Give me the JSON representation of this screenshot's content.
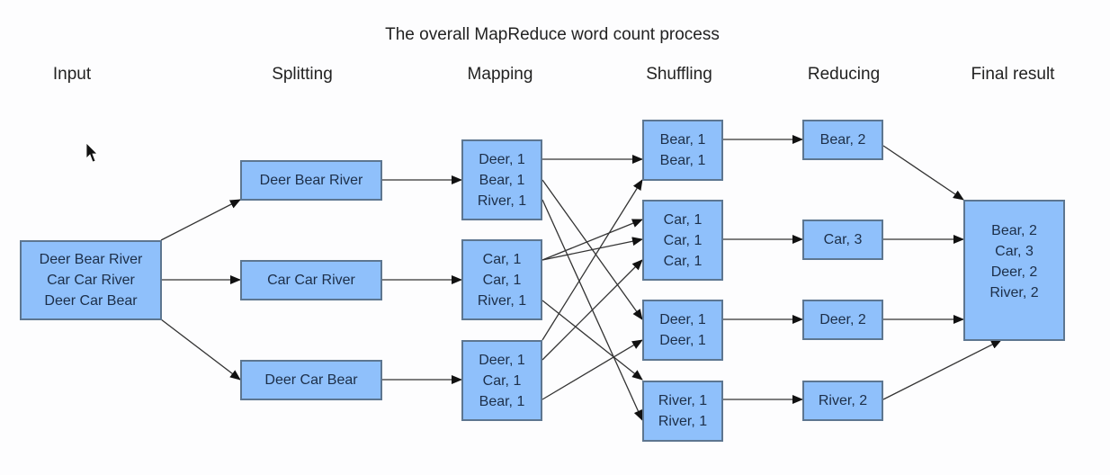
{
  "title": "The overall MapReduce word count process",
  "stages": [
    "Input",
    "Splitting",
    "Mapping",
    "Shuffling",
    "Reducing",
    "Final result"
  ],
  "colors": {
    "box_fill": "#8fc0fb",
    "box_border": "#5d7690",
    "text": "#1c2e48",
    "arrow": "#333333"
  },
  "input": {
    "lines": [
      "Deer Bear River",
      "Car Car River",
      "Deer Car Bear"
    ]
  },
  "splitting": [
    {
      "lines": [
        "Deer Bear River"
      ]
    },
    {
      "lines": [
        "Car Car River"
      ]
    },
    {
      "lines": [
        "Deer Car Bear"
      ]
    }
  ],
  "mapping": [
    {
      "lines": [
        "Deer, 1",
        "Bear, 1",
        "River, 1"
      ]
    },
    {
      "lines": [
        "Car, 1",
        "Car, 1",
        "River, 1"
      ]
    },
    {
      "lines": [
        "Deer, 1",
        "Car, 1",
        "Bear, 1"
      ]
    }
  ],
  "shuffling": [
    {
      "lines": [
        "Bear, 1",
        "Bear, 1"
      ]
    },
    {
      "lines": [
        "Car, 1",
        "Car, 1",
        "Car, 1"
      ]
    },
    {
      "lines": [
        "Deer, 1",
        "Deer, 1"
      ]
    },
    {
      "lines": [
        "River, 1",
        "River, 1"
      ]
    }
  ],
  "reducing": [
    {
      "lines": [
        "Bear, 2"
      ]
    },
    {
      "lines": [
        "Car, 3"
      ]
    },
    {
      "lines": [
        "Deer, 2"
      ]
    },
    {
      "lines": [
        "River, 2"
      ]
    }
  ],
  "final": {
    "lines": [
      "Bear, 2",
      "Car, 3",
      "Deer, 2",
      "River, 2"
    ]
  },
  "edges": [
    [
      "input",
      "split0"
    ],
    [
      "input",
      "split1"
    ],
    [
      "input",
      "split2"
    ],
    [
      "split0",
      "map0"
    ],
    [
      "split1",
      "map1"
    ],
    [
      "split2",
      "map2"
    ],
    [
      "map0:Deer",
      "shuf0:Bear"
    ],
    [
      "map0:Bear",
      "shuf2:Deer"
    ],
    [
      "map0:River",
      "shuf3:River"
    ],
    [
      "map1:Car",
      "shuf1:Car"
    ],
    [
      "map1:Car",
      "shuf1:Car"
    ],
    [
      "map1:River",
      "shuf3:River"
    ],
    [
      "map2:Deer",
      "shuf0:Bear"
    ],
    [
      "map2:Car",
      "shuf1:Car"
    ],
    [
      "map2:Bear",
      "shuf2:Deer"
    ],
    [
      "shuf0",
      "red0"
    ],
    [
      "shuf1",
      "red1"
    ],
    [
      "shuf2",
      "red2"
    ],
    [
      "shuf3",
      "red3"
    ],
    [
      "red0",
      "final"
    ],
    [
      "red1",
      "final"
    ],
    [
      "red2",
      "final"
    ],
    [
      "red3",
      "final"
    ]
  ]
}
